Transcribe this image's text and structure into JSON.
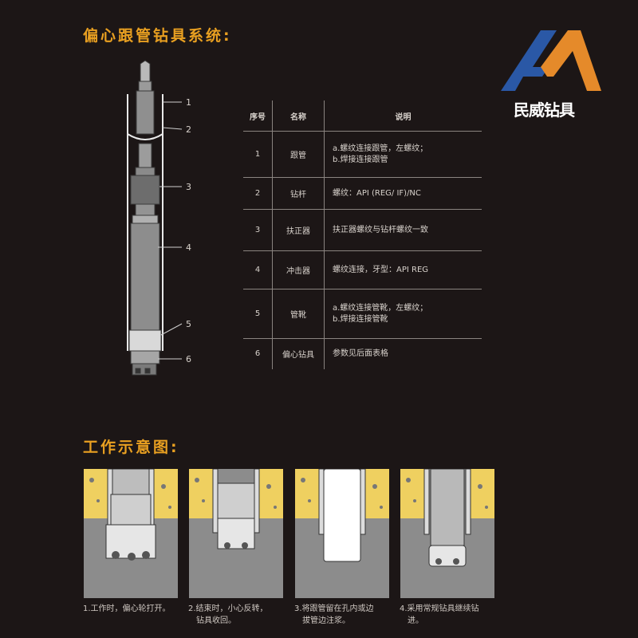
{
  "header": {
    "title": "偏心跟管钻具系统:"
  },
  "logo": {
    "name": "民威钻具",
    "colors": {
      "blue": "#2a58a6",
      "orange": "#e58a2a"
    }
  },
  "tool_labels": [
    "1",
    "2",
    "3",
    "4",
    "5",
    "6"
  ],
  "table": {
    "headers": [
      "序号",
      "名称",
      "说明"
    ],
    "rows": [
      {
        "idx": "1",
        "name": "跟管",
        "desc": [
          "a.螺纹连接跟管，左螺纹；",
          "b.焊接连接跟管"
        ]
      },
      {
        "idx": "2",
        "name": "钻杆",
        "desc": [
          "螺纹：API (REG/ IF)/NC"
        ]
      },
      {
        "idx": "3",
        "name": "扶正器",
        "desc": [
          "扶正器螺纹与钻杆螺纹一致"
        ]
      },
      {
        "idx": "4",
        "name": "冲击器",
        "desc": [
          "螺纹连接，牙型：API REG"
        ]
      },
      {
        "idx": "5",
        "name": "管靴",
        "desc": [
          "a.螺纹连接管靴，左螺纹；",
          "b.焊接连接管靴"
        ]
      },
      {
        "idx": "6",
        "name": "偏心钻具",
        "desc": [
          "参数见后面表格"
        ]
      }
    ]
  },
  "process": {
    "title": "工作示意图:",
    "steps": [
      {
        "line1": "1.工作时，偏心轮打开。",
        "line2": ""
      },
      {
        "line1": "2.结束时，小心反转，",
        "line2": "钻具收回。"
      },
      {
        "line1": "3.将跟管留在孔内或边",
        "line2": "拔管边注浆。"
      },
      {
        "line1": "4.采用常规钻具继续钻",
        "line2": "进。"
      }
    ]
  },
  "colors": {
    "heading": "#e9a021",
    "background": "#1c1616",
    "rock": "#efd060",
    "ground": "#8c8c8c"
  }
}
